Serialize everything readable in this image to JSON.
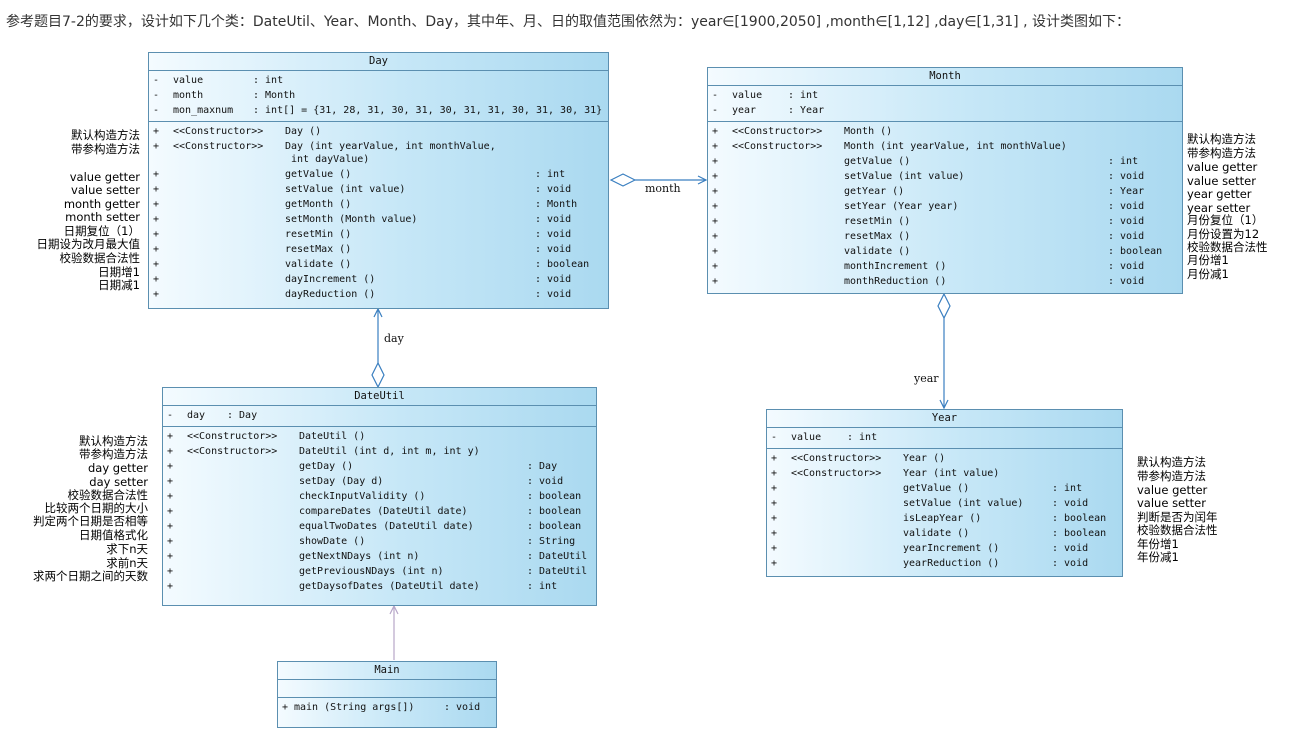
{
  "intro": "参考题目7-2的要求，设计如下几个类：DateUtil、Year、Month、Day，其中年、月、日的取值范围依然为：year∈[1900,2050] ,month∈[1,12] ,day∈[1,31] , 设计类图如下：",
  "classes": {
    "day": {
      "name": "Day",
      "attributes": [
        {
          "vis": "-",
          "name": "value",
          "type": ": int"
        },
        {
          "vis": "-",
          "name": "month",
          "type": ": Month"
        },
        {
          "vis": "-",
          "name": "mon_maxnum",
          "type": ": int[]   = {31, 28, 31, 30, 31, 30, 31, 31, 30, 31, 30, 31}"
        }
      ],
      "operations": [
        {
          "vis": "+",
          "st": "<<Constructor>>",
          "name": "Day ()",
          "type": ""
        },
        {
          "vis": "+",
          "st": "<<Constructor>>",
          "name": "Day (int yearValue, int monthValue,\n int dayValue)",
          "type": ""
        },
        {
          "vis": "+",
          "st": "",
          "name": "getValue ()",
          "type": ": int"
        },
        {
          "vis": "+",
          "st": "",
          "name": "setValue (int value)",
          "type": ": void"
        },
        {
          "vis": "+",
          "st": "",
          "name": "getMonth ()",
          "type": ": Month"
        },
        {
          "vis": "+",
          "st": "",
          "name": "setMonth (Month value)",
          "type": ": void"
        },
        {
          "vis": "+",
          "st": "",
          "name": "resetMin ()",
          "type": ": void"
        },
        {
          "vis": "+",
          "st": "",
          "name": "resetMax ()",
          "type": ": void"
        },
        {
          "vis": "+",
          "st": "",
          "name": "validate ()",
          "type": ": boolean"
        },
        {
          "vis": "+",
          "st": "",
          "name": "dayIncrement ()",
          "type": ": void"
        },
        {
          "vis": "+",
          "st": "",
          "name": "dayReduction ()",
          "type": ": void"
        }
      ],
      "notes": [
        "默认构造方法",
        "带参构造方法",
        "value getter",
        "value setter",
        "month getter",
        "month setter",
        "日期复位（1）",
        "日期设为改月最大值",
        "校验数据合法性",
        "日期增1",
        "日期减1"
      ]
    },
    "month": {
      "name": "Month",
      "attributes": [
        {
          "vis": "-",
          "name": "value",
          "type": ": int"
        },
        {
          "vis": "-",
          "name": "year",
          "type": ": Year"
        }
      ],
      "operations": [
        {
          "vis": "+",
          "st": "<<Constructor>>",
          "name": "Month ()",
          "type": ""
        },
        {
          "vis": "+",
          "st": "<<Constructor>>",
          "name": "Month (int yearValue, int monthValue)",
          "type": ""
        },
        {
          "vis": "+",
          "st": "",
          "name": "getValue ()",
          "type": ": int"
        },
        {
          "vis": "+",
          "st": "",
          "name": "setValue (int value)",
          "type": ": void"
        },
        {
          "vis": "+",
          "st": "",
          "name": "getYear ()",
          "type": ": Year"
        },
        {
          "vis": "+",
          "st": "",
          "name": "setYear (Year year)",
          "type": ": void"
        },
        {
          "vis": "+",
          "st": "",
          "name": "resetMin ()",
          "type": ": void"
        },
        {
          "vis": "+",
          "st": "",
          "name": "resetMax ()",
          "type": ": void"
        },
        {
          "vis": "+",
          "st": "",
          "name": "validate ()",
          "type": ": boolean"
        },
        {
          "vis": "+",
          "st": "",
          "name": "monthIncrement ()",
          "type": ": void"
        },
        {
          "vis": "+",
          "st": "",
          "name": "monthReduction ()",
          "type": ": void"
        }
      ],
      "notes": [
        "默认构造方法",
        "带参构造方法",
        "value getter",
        "value setter",
        "year getter",
        "year setter",
        "月份复位（1）",
        "月份设置为12",
        "校验数据合法性",
        "月份增1",
        "月份减1"
      ]
    },
    "dateutil": {
      "name": "DateUtil",
      "attributes": [
        {
          "vis": "-",
          "name": "day",
          "type": ": Day"
        }
      ],
      "operations": [
        {
          "vis": "+",
          "st": "<<Constructor>>",
          "name": "DateUtil ()",
          "type": ""
        },
        {
          "vis": "+",
          "st": "<<Constructor>>",
          "name": "DateUtil (int d, int m, int y)",
          "type": ""
        },
        {
          "vis": "+",
          "st": "",
          "name": "getDay ()",
          "type": ": Day"
        },
        {
          "vis": "+",
          "st": "",
          "name": "setDay (Day d)",
          "type": ": void"
        },
        {
          "vis": "+",
          "st": "",
          "name": "checkInputValidity ()",
          "type": ": boolean"
        },
        {
          "vis": "+",
          "st": "",
          "name": "compareDates (DateUtil date)",
          "type": ": boolean"
        },
        {
          "vis": "+",
          "st": "",
          "name": "equalTwoDates (DateUtil date)",
          "type": ": boolean"
        },
        {
          "vis": "+",
          "st": "",
          "name": "showDate ()",
          "type": ": String"
        },
        {
          "vis": "+",
          "st": "",
          "name": "getNextNDays (int n)",
          "type": ": DateUtil"
        },
        {
          "vis": "+",
          "st": "",
          "name": "getPreviousNDays (int n)",
          "type": ": DateUtil"
        },
        {
          "vis": "+",
          "st": "",
          "name": "getDaysofDates (DateUtil date)",
          "type": ": int"
        }
      ],
      "notes": [
        "默认构造方法",
        "带参构造方法",
        "day getter",
        "day setter",
        "校验数据合法性",
        "比较两个日期的大小",
        "判定两个日期是否相等",
        "日期值格式化",
        "求下n天",
        "求前n天",
        "求两个日期之间的天数"
      ]
    },
    "year": {
      "name": "Year",
      "attributes": [
        {
          "vis": "-",
          "name": "value",
          "type": ": int"
        }
      ],
      "operations": [
        {
          "vis": "+",
          "st": "<<Constructor>>",
          "name": "Year ()",
          "type": ""
        },
        {
          "vis": "+",
          "st": "<<Constructor>>",
          "name": "Year (int value)",
          "type": ""
        },
        {
          "vis": "+",
          "st": "",
          "name": "getValue ()",
          "type": ": int"
        },
        {
          "vis": "+",
          "st": "",
          "name": "setValue (int value)",
          "type": ": void"
        },
        {
          "vis": "+",
          "st": "",
          "name": "isLeapYear ()",
          "type": ": boolean"
        },
        {
          "vis": "+",
          "st": "",
          "name": "validate ()",
          "type": ": boolean"
        },
        {
          "vis": "+",
          "st": "",
          "name": "yearIncrement ()",
          "type": ": void"
        },
        {
          "vis": "+",
          "st": "",
          "name": "yearReduction ()",
          "type": ": void"
        }
      ],
      "notes": [
        "默认构造方法",
        "带参构造方法",
        "value getter",
        "value setter",
        "判断是否为闰年",
        "校验数据合法性",
        "年份增1",
        "年份减1"
      ]
    },
    "main": {
      "name": "Main",
      "operations": [
        {
          "vis": "+",
          "st": "",
          "name": "main (String args[])",
          "type": ": void"
        }
      ]
    }
  },
  "relations": {
    "day_month": "month",
    "dateutil_day": "day",
    "month_year": "year"
  },
  "colors": {
    "border": "#5b8fb0",
    "line": "#3a7fc0",
    "dependency": "#b7a6c9"
  }
}
